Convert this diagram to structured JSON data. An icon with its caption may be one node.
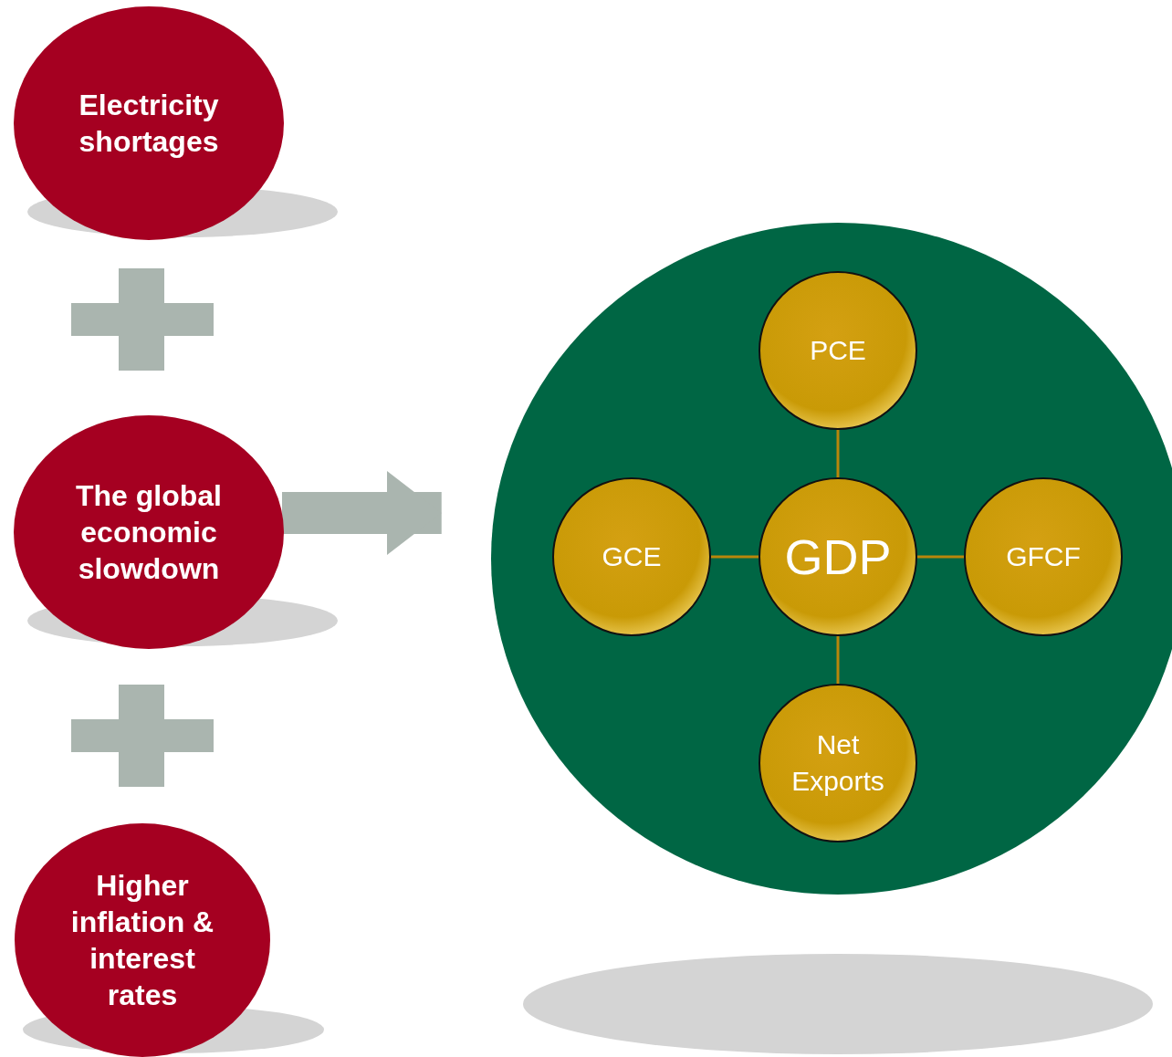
{
  "diagram": {
    "nodes": [
      {
        "text": [
          "Electricity shortages"
        ]
      },
      {
        "text": [],
        "shape": "plus"
      },
      {
        "text": [
          "The global economic slowdown"
        ]
      },
      {
        "text": [],
        "shape": "plus"
      },
      {
        "text": [
          "Higher inflation & interest rates"
        ]
      },
      {
        "text": [],
        "shape": "circle"
      },
      {
        "text": [
          "PCE"
        ],
        "in": 5
      },
      {
        "text": [
          "GCE"
        ],
        "in": 5
      },
      {
        "text": [
          "GDP"
        ],
        "in": 5
      },
      {
        "text": [
          "GFCF"
        ],
        "in": 5
      },
      {
        "text": [
          "Net Exports"
        ],
        "in": 5
      }
    ],
    "edges": [
      {
        "from": 2,
        "to": 5,
        "arrow": "to",
        "style": "thick",
        "color": "#aab5af"
      },
      {
        "from": 6,
        "to": 8,
        "arrow": "none"
      },
      {
        "from": 7,
        "to": 8,
        "arrow": "none"
      },
      {
        "from": 8,
        "to": 9,
        "arrow": "none"
      },
      {
        "from": 8,
        "to": 10,
        "arrow": "none"
      }
    ]
  }
}
